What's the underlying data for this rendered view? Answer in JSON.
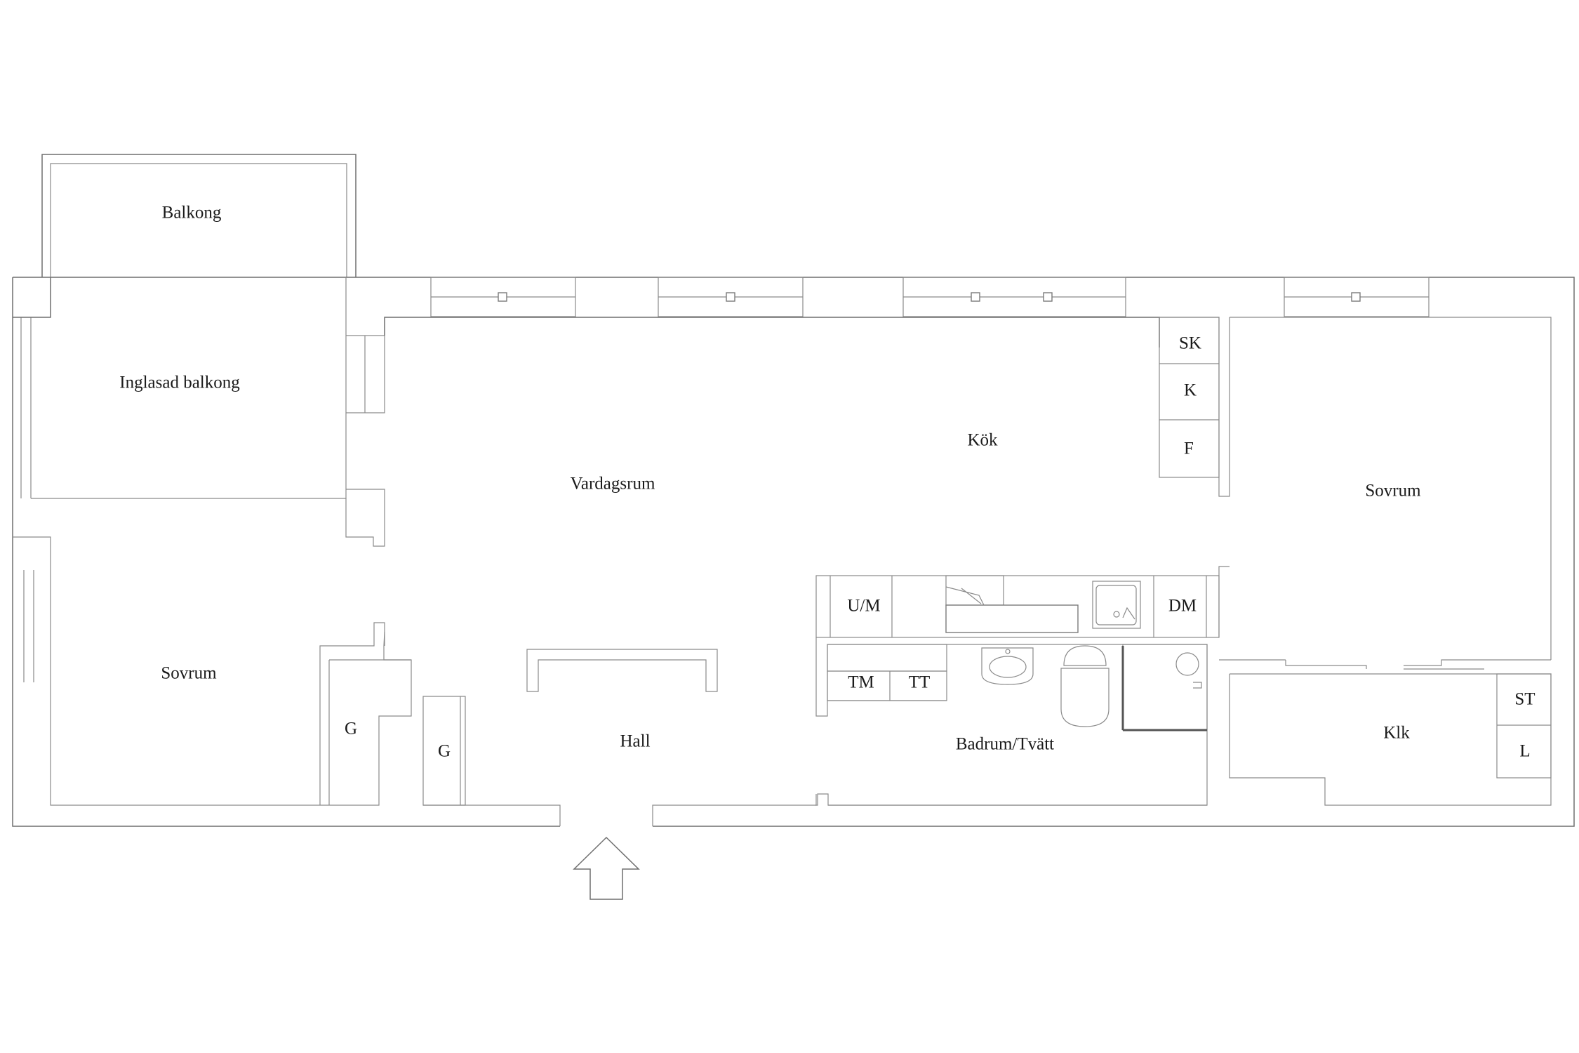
{
  "rooms": {
    "balkong": "Balkong",
    "inglasad_balkong": "Inglasad balkong",
    "vardagsrum": "Vardagsrum",
    "kok": "Kök",
    "sovrum_left": "Sovrum",
    "sovrum_right": "Sovrum",
    "hall": "Hall",
    "badrum": "Badrum/Tvätt",
    "klk": "Klk"
  },
  "fixtures": {
    "sk": "SK",
    "k": "K",
    "f": "F",
    "um": "U/M",
    "dm": "DM",
    "tm": "TM",
    "tt": "TT",
    "st": "ST",
    "l": "L",
    "g_left": "G",
    "g_right": "G"
  },
  "icons": {
    "entrance": "entrance-arrow-icon",
    "sink": "sink-icon",
    "toilet": "toilet-icon",
    "washbasin": "washbasin-icon",
    "shower": "shower-icon"
  },
  "colors": {
    "line": "#6f6f6f",
    "text": "#1a1a1a",
    "background": "#ffffff"
  }
}
